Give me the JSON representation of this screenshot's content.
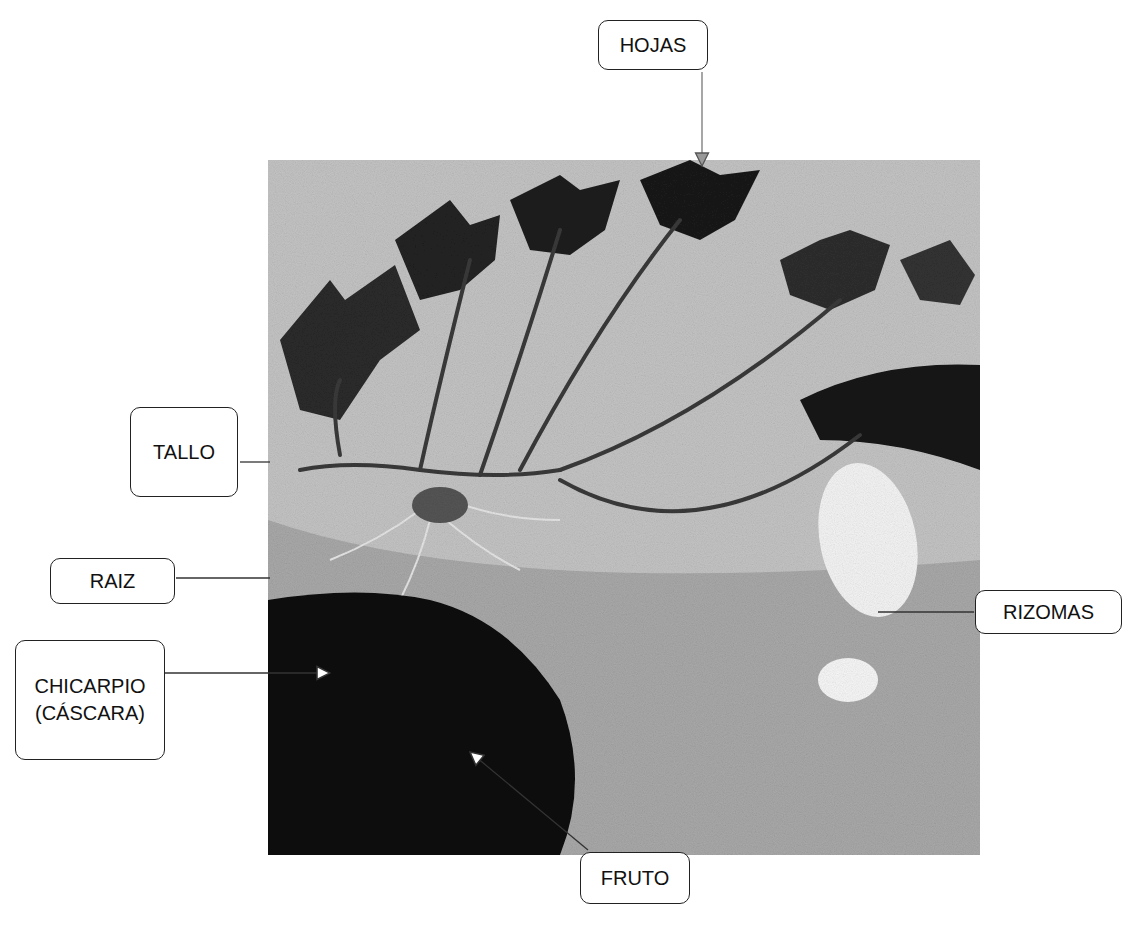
{
  "diagram": {
    "nodes": [
      {
        "text": [
          "HOJAS"
        ]
      },
      {
        "text": [
          "TALLO"
        ]
      },
      {
        "text": [
          "RAIZ"
        ]
      },
      {
        "text": [
          "CHICARPIO (CÁSCARA)"
        ]
      },
      {
        "text": [
          "RIZOMAS"
        ]
      },
      {
        "text": [
          "FRUTO"
        ]
      }
    ]
  }
}
